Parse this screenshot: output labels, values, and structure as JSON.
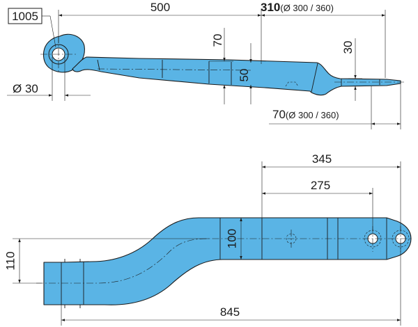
{
  "dimensions": {
    "top_length": "500",
    "top_right_main": "310",
    "top_right_note": "(Ø 300 / 360)",
    "bracket_label": "1005",
    "eye_diameter": "Ø 30",
    "height_70": "70",
    "height_50": "50",
    "height_30": "30",
    "bottom_right_main": "70",
    "bottom_right_note": "(Ø 300 / 360)",
    "plan_345": "345",
    "plan_275": "275",
    "plan_100": "100",
    "plan_110": "110",
    "plan_845": "845"
  },
  "colors": {
    "part_fill": "#5ab4e5",
    "outline": "#1a1a1a"
  }
}
